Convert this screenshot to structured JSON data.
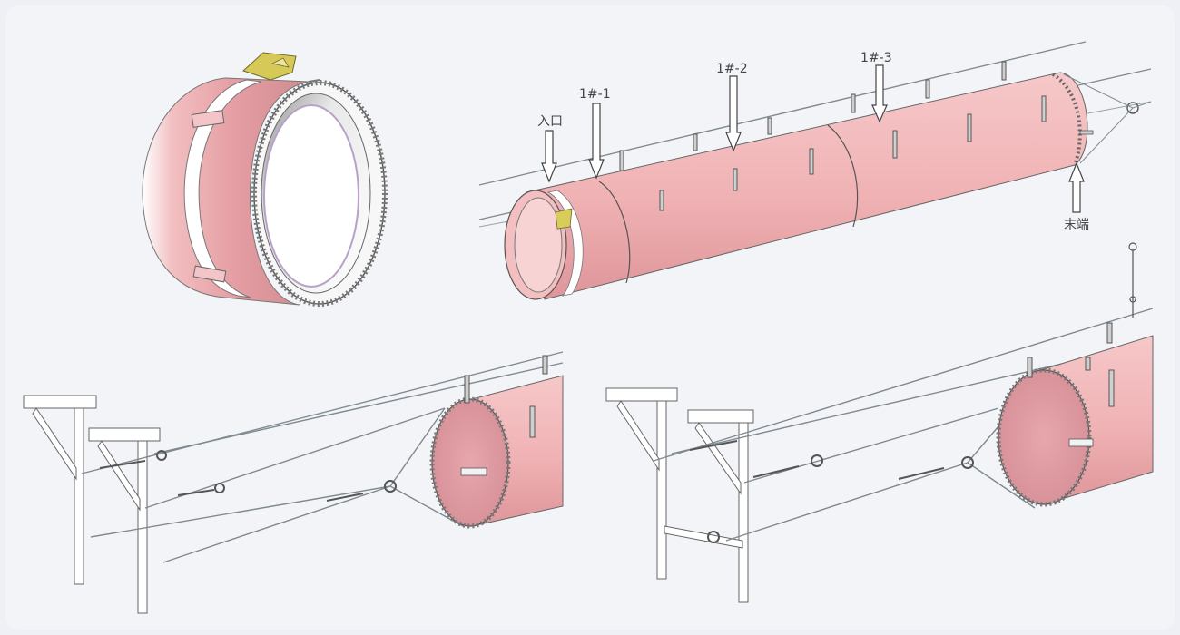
{
  "labels": {
    "inlet": "入口",
    "point1": "1#-1",
    "point2": "1#-2",
    "point3": "1#-3",
    "end": "末端"
  },
  "colors": {
    "background": "#eef0f5",
    "duct_pink": "#f0b7b9",
    "duct_pink_dark": "#dc8f95",
    "duct_pink_light": "#f7cfd0",
    "clamp_yellow": "#d8cc5a",
    "steel_line": "#7f8a90",
    "support_white": "#ffffff",
    "outline": "#6d6d6d"
  },
  "icons": {
    "arrow": "down-arrow-icon",
    "up_arrow": "up-arrow-icon"
  }
}
